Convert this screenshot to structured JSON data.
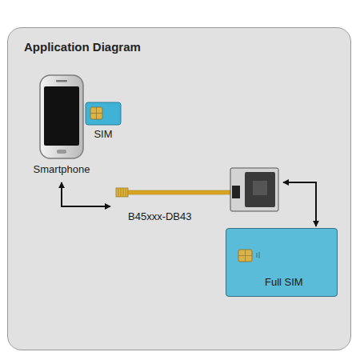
{
  "diagram": {
    "title": "Application Diagram",
    "nodes": [
      {
        "text": [
          "Smartphone"
        ]
      },
      {
        "text": [
          "SIM"
        ]
      },
      {
        "text": [
          "B45xxx-DB43"
        ]
      },
      {
        "text": [
          "Full SIM"
        ]
      }
    ],
    "edges": [
      {
        "from": 0,
        "to": 2,
        "arrow": "both"
      },
      {
        "from": 2,
        "to": 3,
        "arrow": "both"
      }
    ]
  }
}
